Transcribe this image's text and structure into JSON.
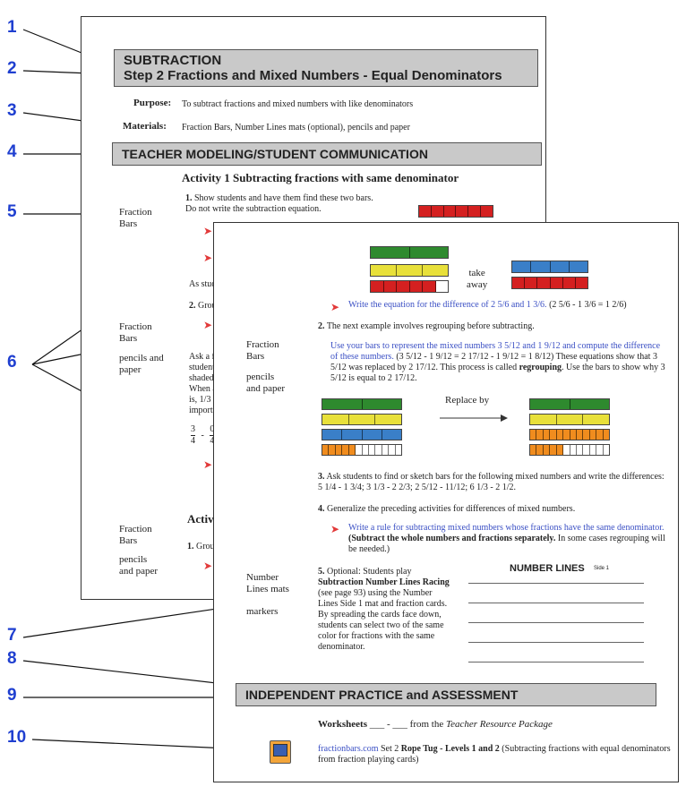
{
  "callouts": [
    "1",
    "2",
    "3",
    "4",
    "5",
    "6",
    "7",
    "8",
    "9",
    "10"
  ],
  "page1": {
    "title": "SUBTRACTION",
    "subtitle": "Step 2 Fractions and Mixed Numbers - Equal Denominators",
    "purpose_label": "Purpose:",
    "purpose_text": "To subtract fractions and mixed numbers with like denominators",
    "materials_label": "Materials:",
    "materials_text": "Fraction Bars,  Number Lines mats (optional), pencils and paper",
    "section_heading": "TEACHER MODELING/STUDENT COMMUNICATION",
    "activity1_heading": "Activity 1  Subtracting fractions with same denominator",
    "side_fraction_bars": "Fraction\nBars",
    "step1_num": "1.",
    "step1_text": " Show students and have them find these two bars. Do not write the subtraction equation.",
    "as_stude": "As stude",
    "step2_num": "2.",
    "step2_text": " Grou",
    "side_fraction_bars_2": "Fraction\nBars",
    "side_pencils_paper": "pencils and\npaper",
    "ask_lines": [
      "Ask a fe",
      "students",
      "shaded",
      "When a",
      "is, 1/3 a",
      "importa"
    ],
    "frac_3_4": "3",
    "frac_4": "4",
    "frac_minus": "-",
    "frac_0": "0",
    "frac_4b": "4",
    "activity2_heading": "Activi",
    "side_fraction_bars_3": "Fraction\nBars",
    "side_pencils_paper_2": "pencils\nand paper",
    "step_group_num": "1.",
    "step_group_text": " Grou"
  },
  "page2": {
    "take_away": "take\naway",
    "q1": "Write the equation for the difference of 2 5/6 and 1 3/6.",
    "q1_answer": " (2 5/6 - 1 3/6 = 1 2/6)",
    "p2_num": "2.",
    "p2_text": " The next example involves regrouping before subtracting.",
    "side_fraction_bars": "Fraction\nBars",
    "side_pencils": "pencils\nand paper",
    "p2_blue": "Use your bars to represent the mixed numbers 3 5/12 and 1 9/12 and compute the difference of these numbers.",
    "p2_black1": " (3 5/12 - 1 9/12 = 2 17/12 - 1 9/12 = 1 8/12) These equations show that 3 5/12 was replaced by 2 17/12. This process is called ",
    "p2_bold": "regrouping",
    "p2_black2": ". Use the bars to show why 3 5/12 is equal to 2 17/12.",
    "replace_by": "Replace by",
    "p3_num": "3.",
    "p3_text": " Ask students to find or sketch bars for the following mixed numbers and write the differences: 5 1/4 - 1 3/4;  3 1/3 - 2 2/3;  2 5/12 - 11/12;  6 1/3 - 2 1/2.",
    "p4_num": "4.",
    "p4_text": " Generalize the preceding activities for differences of mixed numbers.",
    "q2_blue": "Write a rule for subtracting mixed numbers whose fractions have the same denominator.",
    "q2_bold": " (Subtract the whole numbers and fractions separately.",
    "q2_rest": " In some cases regrouping will be needed.)",
    "side_number_lines": "Number\nLines mats",
    "side_markers": "markers",
    "p5_num": "5.",
    "p5_text1": " Optional: Students play ",
    "p5_bold": "Subtraction Number Lines Racing",
    "p5_text2": " (see page 93) using the Number Lines Side 1 mat and fraction cards. By spreading the cards face down, students can select two of the same color for fractions with the same denominator.",
    "nl_title": "NUMBER LINES",
    "nl_side": "Side 1",
    "independent_heading": "INDEPENDENT PRACTICE and  ASSESSMENT",
    "worksheets_bold": "Worksheets",
    "worksheets_blanks": " ___ - ___ from the ",
    "worksheets_italic": "Teacher Resource Package",
    "fb_link": "fractionbars.com",
    "fb_text1": " Set 2  ",
    "fb_bold": "Rope Tug - Levels 1 and 2",
    "fb_text2": " (Subtracting fractions with equal denominators from fraction playing cards)"
  },
  "colors": {
    "callout": "#1f3fd0",
    "red_bar": "#d42020",
    "green_bar": "#2e8a2e",
    "yellow_bar": "#e8e03a",
    "blue_bar": "#3a7fc8",
    "orange_bar": "#f08c1e",
    "link_blue": "#3a4fc4",
    "banner_gray": "#c9c9c9"
  }
}
